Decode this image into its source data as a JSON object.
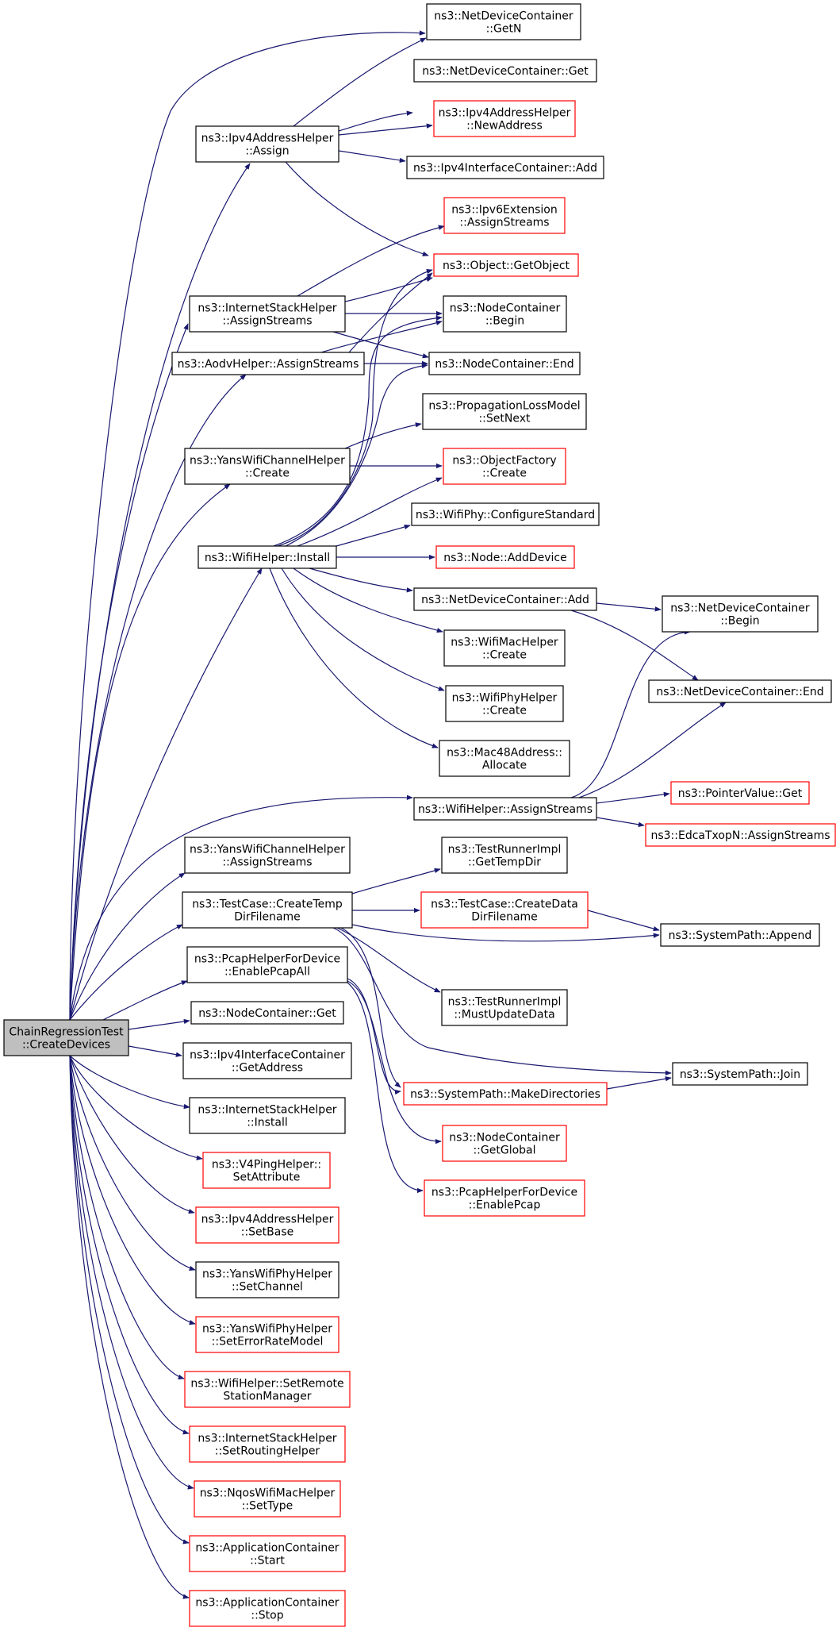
{
  "colors": {
    "edge": "#191970",
    "node_border": "#000000",
    "node_border_undocumented": "#ff0000",
    "root_fill": "#bfbfbf",
    "node_fill": "#ffffff",
    "text": "#000000"
  },
  "nodes": [
    {
      "id": "root",
      "lines": [
        "ChainRegressionTest",
        "::CreateDevices"
      ],
      "kind": "root"
    },
    {
      "id": "ndc_getn",
      "lines": [
        "ns3::NetDeviceContainer",
        "::GetN"
      ],
      "kind": "normal"
    },
    {
      "id": "ndc_get",
      "lines": [
        "ns3::NetDeviceContainer::Get"
      ],
      "kind": "normal"
    },
    {
      "id": "ipv4h_newaddr",
      "lines": [
        "ns3::Ipv4AddressHelper",
        "::NewAddress"
      ],
      "kind": "red"
    },
    {
      "id": "ipv4h_assign",
      "lines": [
        "ns3::Ipv4AddressHelper",
        "::Assign"
      ],
      "kind": "normal"
    },
    {
      "id": "ipv4ic_add",
      "lines": [
        "ns3::Ipv4InterfaceContainer::Add"
      ],
      "kind": "normal"
    },
    {
      "id": "ipv6ext_assign",
      "lines": [
        "ns3::Ipv6Extension",
        "::AssignStreams"
      ],
      "kind": "red"
    },
    {
      "id": "obj_getobj",
      "lines": [
        "ns3::Object::GetObject"
      ],
      "kind": "red"
    },
    {
      "id": "ish_assign",
      "lines": [
        "ns3::InternetStackHelper",
        "::AssignStreams"
      ],
      "kind": "normal"
    },
    {
      "id": "nc_begin",
      "lines": [
        "ns3::NodeContainer",
        "::Begin"
      ],
      "kind": "normal"
    },
    {
      "id": "aodv_assign",
      "lines": [
        "ns3::AodvHelper::AssignStreams"
      ],
      "kind": "normal"
    },
    {
      "id": "nc_end",
      "lines": [
        "ns3::NodeContainer::End"
      ],
      "kind": "normal"
    },
    {
      "id": "plm_setnext",
      "lines": [
        "ns3::PropagationLossModel",
        "::SetNext"
      ],
      "kind": "normal"
    },
    {
      "id": "ywch_create",
      "lines": [
        "ns3::YansWifiChannelHelper",
        "::Create"
      ],
      "kind": "normal"
    },
    {
      "id": "of_create",
      "lines": [
        "ns3::ObjectFactory",
        "::Create"
      ],
      "kind": "red"
    },
    {
      "id": "wphy_config",
      "lines": [
        "ns3::WifiPhy::ConfigureStandard"
      ],
      "kind": "normal"
    },
    {
      "id": "wh_install",
      "lines": [
        "ns3::WifiHelper::Install"
      ],
      "kind": "normal"
    },
    {
      "id": "node_adddev",
      "lines": [
        "ns3::Node::AddDevice"
      ],
      "kind": "red"
    },
    {
      "id": "ndc_add",
      "lines": [
        "ns3::NetDeviceContainer::Add"
      ],
      "kind": "normal"
    },
    {
      "id": "ndc_begin",
      "lines": [
        "ns3::NetDeviceContainer",
        "::Begin"
      ],
      "kind": "normal"
    },
    {
      "id": "wmac_create",
      "lines": [
        "ns3::WifiMacHelper",
        "::Create"
      ],
      "kind": "normal"
    },
    {
      "id": "ndc_end",
      "lines": [
        "ns3::NetDeviceContainer::End"
      ],
      "kind": "normal"
    },
    {
      "id": "wphyh_create",
      "lines": [
        "ns3::WifiPhyHelper",
        "::Create"
      ],
      "kind": "normal"
    },
    {
      "id": "mac48_alloc",
      "lines": [
        "ns3::Mac48Address::",
        "Allocate"
      ],
      "kind": "normal"
    },
    {
      "id": "pv_get",
      "lines": [
        "ns3::PointerValue::Get"
      ],
      "kind": "red"
    },
    {
      "id": "wh_assign",
      "lines": [
        "ns3::WifiHelper::AssignStreams"
      ],
      "kind": "normal"
    },
    {
      "id": "edca_assign",
      "lines": [
        "ns3::EdcaTxopN::AssignStreams"
      ],
      "kind": "red"
    },
    {
      "id": "ywch_assign",
      "lines": [
        "ns3::YansWifiChannelHelper",
        "::AssignStreams"
      ],
      "kind": "normal"
    },
    {
      "id": "tri_gettemp",
      "lines": [
        "ns3::TestRunnerImpl",
        "::GetTempDir"
      ],
      "kind": "normal"
    },
    {
      "id": "tc_createtemp",
      "lines": [
        "ns3::TestCase::CreateTemp",
        "DirFilename"
      ],
      "kind": "normal"
    },
    {
      "id": "tc_createdata",
      "lines": [
        "ns3::TestCase::CreateData",
        "DirFilename"
      ],
      "kind": "red"
    },
    {
      "id": "sp_append",
      "lines": [
        "ns3::SystemPath::Append"
      ],
      "kind": "normal"
    },
    {
      "id": "phfd_enableall",
      "lines": [
        "ns3::PcapHelperForDevice",
        "::EnablePcapAll"
      ],
      "kind": "normal"
    },
    {
      "id": "tri_mustupdate",
      "lines": [
        "ns3::TestRunnerImpl",
        "::MustUpdateData"
      ],
      "kind": "normal"
    },
    {
      "id": "nc_get",
      "lines": [
        "ns3::NodeContainer::Get"
      ],
      "kind": "normal"
    },
    {
      "id": "ipv4ic_getaddr",
      "lines": [
        "ns3::Ipv4InterfaceContainer",
        "::GetAddress"
      ],
      "kind": "normal"
    },
    {
      "id": "sp_join",
      "lines": [
        "ns3::SystemPath::Join"
      ],
      "kind": "normal"
    },
    {
      "id": "sp_makedirs",
      "lines": [
        "ns3::SystemPath::MakeDirectories"
      ],
      "kind": "red"
    },
    {
      "id": "ish_install",
      "lines": [
        "ns3::InternetStackHelper",
        "::Install"
      ],
      "kind": "normal"
    },
    {
      "id": "nc_getglobal",
      "lines": [
        "ns3::NodeContainer",
        "::GetGlobal"
      ],
      "kind": "red"
    },
    {
      "id": "v4ping_setattr",
      "lines": [
        "ns3::V4PingHelper::",
        "SetAttribute"
      ],
      "kind": "red"
    },
    {
      "id": "phfd_enable",
      "lines": [
        "ns3::PcapHelperForDevice",
        "::EnablePcap"
      ],
      "kind": "red"
    },
    {
      "id": "ipv4h_setbase",
      "lines": [
        "ns3::Ipv4AddressHelper",
        "::SetBase"
      ],
      "kind": "red"
    },
    {
      "id": "ywph_setchannel",
      "lines": [
        "ns3::YansWifiPhyHelper",
        "::SetChannel"
      ],
      "kind": "normal"
    },
    {
      "id": "ywph_seterr",
      "lines": [
        "ns3::YansWifiPhyHelper",
        "::SetErrorRateModel"
      ],
      "kind": "red"
    },
    {
      "id": "wh_setremote",
      "lines": [
        "ns3::WifiHelper::SetRemote",
        "StationManager"
      ],
      "kind": "red"
    },
    {
      "id": "ish_setrouting",
      "lines": [
        "ns3::InternetStackHelper",
        "::SetRoutingHelper"
      ],
      "kind": "red"
    },
    {
      "id": "nqos_settype",
      "lines": [
        "ns3::NqosWifiMacHelper",
        "::SetType"
      ],
      "kind": "red"
    },
    {
      "id": "ac_start",
      "lines": [
        "ns3::ApplicationContainer",
        "::Start"
      ],
      "kind": "red"
    },
    {
      "id": "ac_stop",
      "lines": [
        "ns3::ApplicationContainer",
        "::Stop"
      ],
      "kind": "red"
    }
  ]
}
